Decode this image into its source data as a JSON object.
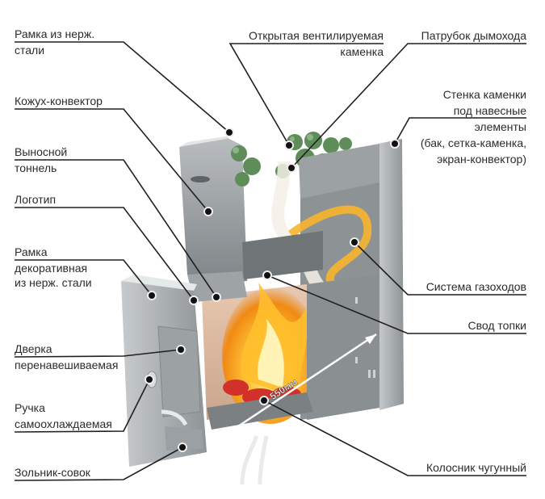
{
  "diagram": {
    "title": "Sauna stove cutaway diagram",
    "dimension_label": "550мм",
    "labels_left": [
      {
        "id": "frame-stainless",
        "lines": [
          "Рамка из нерж.",
          "стали"
        ]
      },
      {
        "id": "convector-casing",
        "lines": [
          "Кожух-конвектор"
        ]
      },
      {
        "id": "remote-tunnel",
        "lines": [
          "Выносной",
          "тоннель"
        ]
      },
      {
        "id": "logo",
        "lines": [
          "Логотип"
        ]
      },
      {
        "id": "decor-frame",
        "lines": [
          "Рамка",
          "декоративная",
          "из нерж. стали"
        ]
      },
      {
        "id": "door",
        "lines": [
          "Дверка",
          "перенавешиваемая"
        ]
      },
      {
        "id": "handle",
        "lines": [
          "Ручка",
          "самоохлаждаемая"
        ]
      },
      {
        "id": "ash-pan",
        "lines": [
          "Зольник-совок"
        ]
      }
    ],
    "labels_right": [
      {
        "id": "open-heater",
        "lines": [
          "Открытая вентилируемая",
          "каменка"
        ]
      },
      {
        "id": "chimney-pipe",
        "lines": [
          "Патрубок дымохода"
        ]
      },
      {
        "id": "heater-wall",
        "lines": [
          "Стенка каменки",
          "под навесные",
          "элементы",
          "(бак, сетка-каменка,",
          "экран-конвектор)"
        ]
      },
      {
        "id": "flue-system",
        "lines": [
          "Система газоходов"
        ]
      },
      {
        "id": "firebox-roof",
        "lines": [
          "Свод топки"
        ]
      },
      {
        "id": "grate",
        "lines": [
          "Колосник чугунный"
        ]
      }
    ],
    "colors": {
      "steel": "#a4a8ab",
      "steel_dark": "#7d8285",
      "stones": "#5e8d5a",
      "flame": "#f6a21c",
      "ember": "#d2302a",
      "leader": "#1f1f1f"
    }
  }
}
